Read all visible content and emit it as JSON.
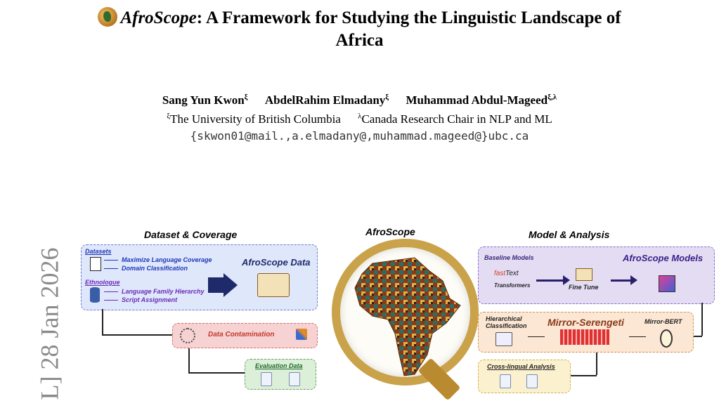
{
  "title": {
    "line1_italic": "AfroScope",
    "line1_rest": ": A Framework for Studying the Linguistic Landscape of",
    "line2": "Africa"
  },
  "authors": [
    {
      "name": "Sang Yun Kwon",
      "sup": "ξ"
    },
    {
      "name": "AbdelRahim Elmadany",
      "sup": "ξ"
    },
    {
      "name": "Muhammad Abdul-Mageed",
      "sup": "ξ,λ"
    }
  ],
  "affiliations": [
    {
      "sup": "ξ",
      "text": "The University of British Columbia"
    },
    {
      "sup": "λ",
      "text": "Canada Research Chair in NLP and ML"
    }
  ],
  "emails": "{skwon01@mail.,a.elmadany@,muhammad.mageed@}ubc.ca",
  "arxiv_stamp": "L]  28 Jan 2026",
  "figure": {
    "left_title": "Dataset & Coverage",
    "center_title": "AfroScope",
    "right_title": "Model & Analysis",
    "datasets": {
      "label": "Datasets",
      "items": [
        "Maximize Language Coverage",
        "Domain Classification"
      ],
      "output": "AfroScope Data"
    },
    "ethnologue": {
      "label": "Ethnologue",
      "items": [
        "Language Family Hierarchy",
        "Script Assignment"
      ]
    },
    "contamination": "Data Contamination",
    "evaluation": "Evaluation Data",
    "baseline": {
      "label": "Baseline Models",
      "fasttext_a": "fast",
      "fasttext_b": "Text",
      "transformers": "Transformers",
      "finetune": "Fine Tune",
      "output": "AfroScope Models"
    },
    "mirror": {
      "hier_line1": "Hierarchical",
      "hier_line2": "Classification",
      "title": "Mirror-Serengeti",
      "bert": "Mirror-BERT"
    },
    "crossling": "Cross-lingual Analysis",
    "colors": {
      "arrow": "#2a1f6b",
      "blue_text": "#1f37b8",
      "purple_text": "#6a2bb8",
      "red_text": "#c0392b"
    }
  }
}
